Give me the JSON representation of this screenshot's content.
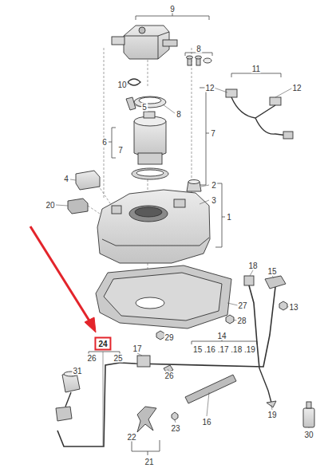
{
  "diagram": {
    "labels": [
      "9",
      "8",
      "10",
      "5",
      "8",
      "11",
      "12",
      "12",
      "6",
      "7",
      "7",
      "4",
      "2",
      "3",
      "1",
      "20",
      "18",
      "15",
      "13",
      "27",
      "28",
      "29",
      "24",
      "26",
      "25",
      "17",
      "14",
      "15 .16 .17 .18 .19",
      "31",
      "26",
      "16",
      "19",
      "23",
      "22",
      "21",
      "30"
    ]
  }
}
